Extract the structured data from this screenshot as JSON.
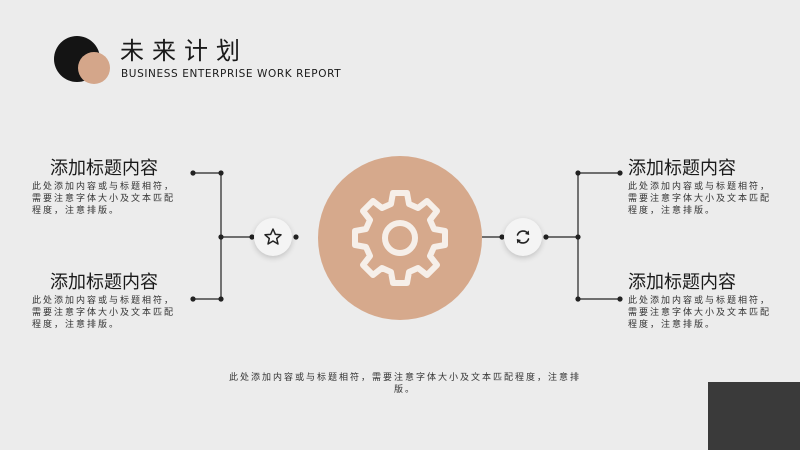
{
  "header": {
    "title": "未来计划",
    "subtitle": "BUSINESS ENTERPRISE WORK REPORT"
  },
  "items": [
    {
      "heading": "添加标题内容",
      "body": "此处添加内容或与标题相符，需要注意字体大小及文本匹配程度，注意排版。"
    },
    {
      "heading": "添加标题内容",
      "body": "此处添加内容或与标题相符，需要注意字体大小及文本匹配程度，注意排版。"
    },
    {
      "heading": "添加标题内容",
      "body": "此处添加内容或与标题相符，需要注意字体大小及文本匹配程度，注意排版。"
    },
    {
      "heading": "添加标题内容",
      "body": "此处添加内容或与标题相符，需要注意字体大小及文本匹配程度，注意排版。"
    }
  ],
  "footer": {
    "text": "此处添加内容或与标题相符，需要注意字体大小及文本匹配程度，注意排版。"
  },
  "icons": {
    "center": "gear-icon",
    "left": "star-icon",
    "right": "refresh-icon"
  },
  "colors": {
    "accent": "#d6a98c",
    "dark": "#141414",
    "background": "#ececec",
    "corner": "#3a3a3a"
  }
}
